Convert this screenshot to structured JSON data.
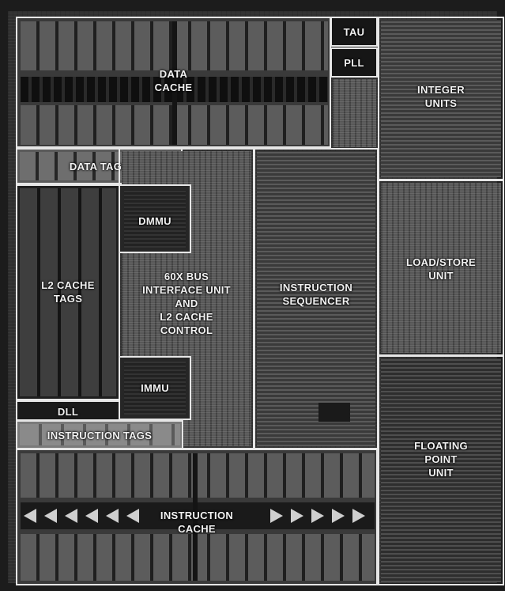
{
  "blocks": {
    "data_cache": "DATA\nCACHE",
    "tau": "TAU",
    "pll": "PLL",
    "integer_units": "INTEGER\nUNITS",
    "data_tags": "DATA TAGS",
    "dmmu": "DMMU",
    "l2_cache_tags": "L2 CACHE\nTAGS",
    "bus_interface": "60X BUS\nINTERFACE UNIT\nAND\nL2 CACHE\nCONTROL",
    "instruction_sequencer": "INSTRUCTION\nSEQUENCER",
    "load_store_unit": "LOAD/STORE\nUNIT",
    "immu": "IMMU",
    "dll": "DLL",
    "instruction_tags": "INSTRUCTION TAGS",
    "floating_point_unit": "FLOATING\nPOINT\nUNIT",
    "instruction_cache": "INSTRUCTION\nCACHE"
  },
  "colors": {
    "die_background": "#303030",
    "block_outline": "#e6e6e6",
    "label_text": "#f2f2f2"
  }
}
